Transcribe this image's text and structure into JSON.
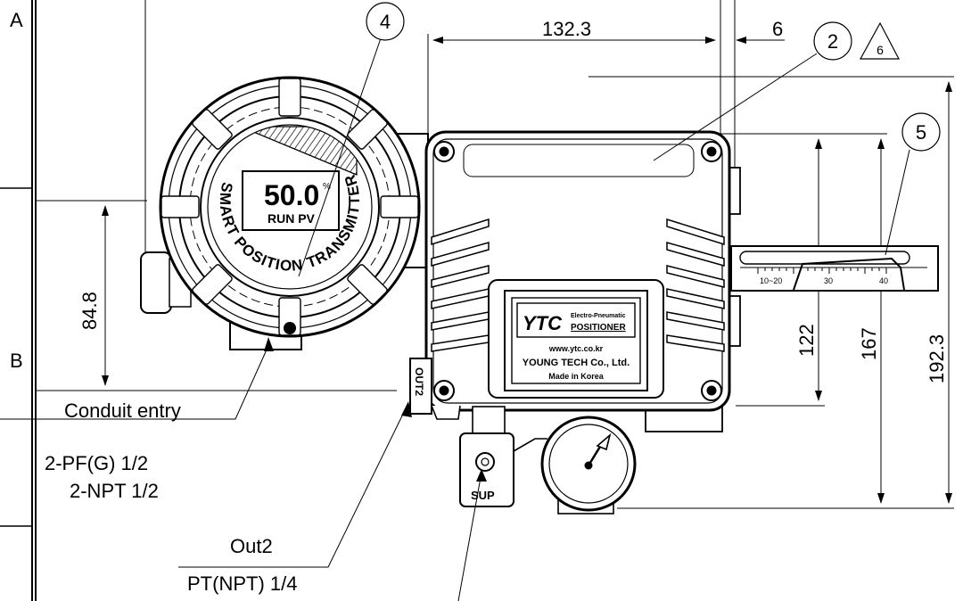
{
  "grid": {
    "row_a": "A",
    "row_b": "B"
  },
  "dimensions": {
    "width_132": "132.3",
    "offset_6": "6",
    "height_848": "84.8",
    "height_122": "122",
    "height_167": "167",
    "height_1923": "192.3"
  },
  "balloons": {
    "b2": "2",
    "b4": "4",
    "b5": "5",
    "rev6": "6"
  },
  "transmitter": {
    "ring_text": "SMART POSITION TRANSMITTER",
    "display_value": "50.0",
    "display_unit": "%",
    "display_mode": "RUN PV"
  },
  "nameplate": {
    "logo": "YTC",
    "line1": "Electro-Pneumatic",
    "line2": "POSITIONER",
    "url": "www.ytc.co.kr",
    "company": "YOUNG TECH Co., Ltd.",
    "origin": "Made in Korea"
  },
  "scale": {
    "t1": "10~20",
    "t2": "30",
    "t3": "40"
  },
  "ports": {
    "out2": "OUT2",
    "sup": "SUP"
  },
  "callouts": {
    "conduit_title": "Conduit entry",
    "conduit_spec1": "2-PF(G) 1/2",
    "conduit_spec2": "2-NPT 1/2",
    "out2_title": "Out2",
    "out2_spec": "PT(NPT) 1/4"
  }
}
